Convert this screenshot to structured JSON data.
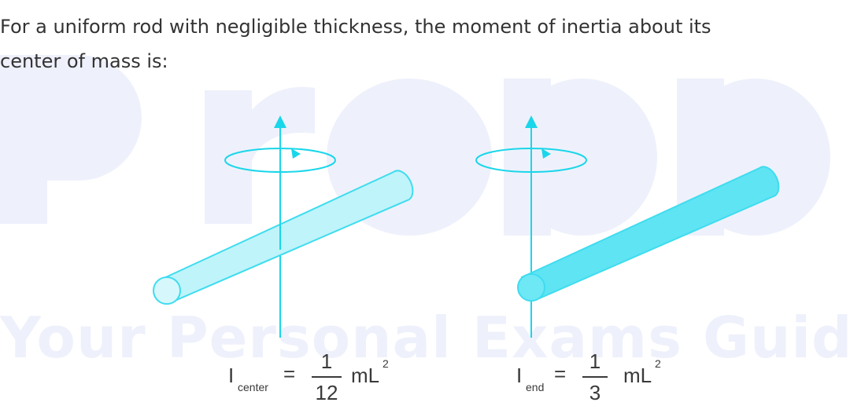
{
  "text": {
    "line1": "For a uniform rod with negligible thickness, the moment of inertia about its",
    "line2": "center of mass is:"
  },
  "watermark": {
    "logo": "Prepp",
    "tagline": "Your Personal Exams Guide",
    "color": "#eef1fb"
  },
  "figure": {
    "rod_color": "#46dff0",
    "axis_color": "#1ad6ea",
    "formulas": [
      {
        "symbol": "I",
        "subscript": "center",
        "equals": "=",
        "numerator": "1",
        "denominator": "12",
        "mass_length": "mL",
        "exponent": "2"
      },
      {
        "symbol": "I",
        "subscript": "end",
        "equals": "=",
        "numerator": "1",
        "denominator": "3",
        "mass_length": "mL",
        "exponent": "2"
      }
    ]
  }
}
